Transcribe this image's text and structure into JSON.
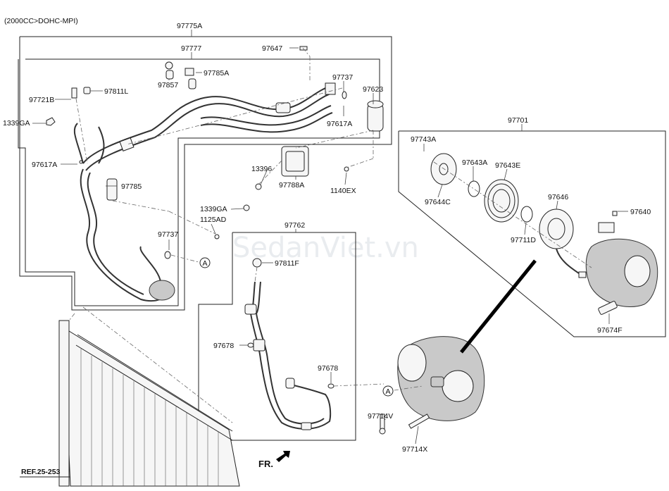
{
  "header": {
    "variant": "(2000CC>DOHC-MPI)"
  },
  "watermark": "SedanViet.vn",
  "reference": "REF.25-253",
  "direction_label": "FR.",
  "callout": "A",
  "parts": {
    "p97775A": "97775A",
    "p97777": "97777",
    "p97647": "97647",
    "p97857": "97857",
    "p97785A": "97785A",
    "p97737_top": "97737",
    "p97623": "97623",
    "p97721B": "97721B",
    "p97811L": "97811L",
    "p97617A_top": "97617A",
    "p1339GA_left": "1339GA",
    "p97617A_left": "97617A",
    "p13396": "13396",
    "p97785": "97785",
    "p97788A": "97788A",
    "p1140EX": "1140EX",
    "p1339GA_mid": "1339GA",
    "p1125AD": "1125AD",
    "p97737_low": "97737",
    "p97762": "97762",
    "p97811F": "97811F",
    "p97678_a": "97678",
    "p97678_b": "97678",
    "p97714V": "97714V",
    "p97714X": "97714X",
    "p97701": "97701",
    "p97743A": "97743A",
    "p97643A": "97643A",
    "p97643E": "97643E",
    "p97644C": "97644C",
    "p97646": "97646",
    "p97711D": "97711D",
    "p97640": "97640",
    "p97674F": "97674F"
  }
}
